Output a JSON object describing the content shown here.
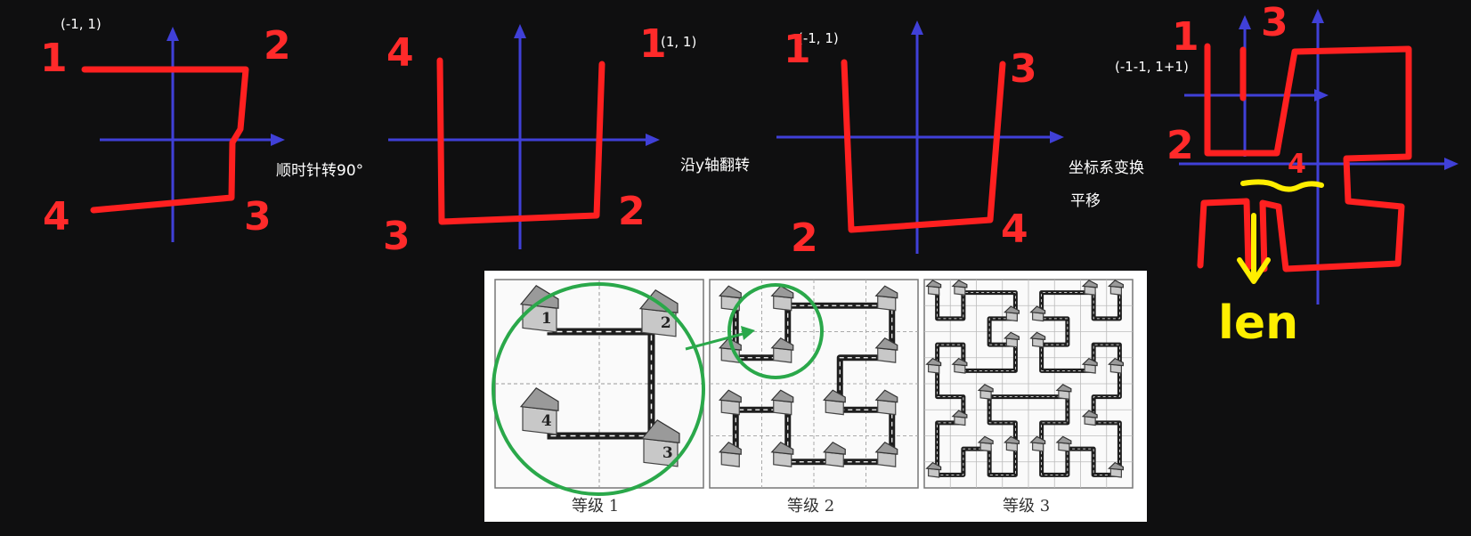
{
  "diagram": {
    "coord_labels": {
      "q1": "(-1, 1)",
      "q2": "(1, 1)",
      "q3": "(-1, 1)",
      "q4": "(-1-1,  1+1)"
    },
    "notes": {
      "rotate": "顺时针转90°",
      "flip": "沿y轴翻转",
      "transform": "坐标系变换",
      "translate": "平移"
    },
    "corner_numbers": {
      "q1": [
        "1",
        "2",
        "3",
        "4"
      ],
      "q2": [
        "4",
        "1",
        "2",
        "3"
      ],
      "q3": [
        "1",
        "3",
        "4",
        "2"
      ],
      "q4": [
        "1",
        "3",
        "2",
        "4"
      ]
    },
    "len_label": "len",
    "levels": [
      "等级 1",
      "等级 2",
      "等级 3"
    ],
    "house_numbers": [
      "1",
      "2",
      "4",
      "3"
    ],
    "colors": {
      "background": "#0f0f10",
      "axis": "#4040d8",
      "path": "#ff2020",
      "highlight": "#ffee00",
      "circle": "#28a745"
    }
  }
}
